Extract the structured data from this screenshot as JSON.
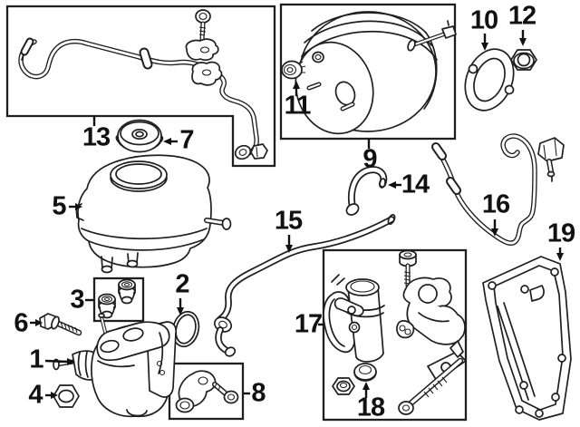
{
  "diagram": {
    "background_color": "#ffffff",
    "line_color": "#1f1f1f",
    "text_color": "#111111",
    "callouts": [
      {
        "label": "1"
      },
      {
        "label": "2"
      },
      {
        "label": "3"
      },
      {
        "label": "4"
      },
      {
        "label": "5"
      },
      {
        "label": "6"
      },
      {
        "label": "7"
      },
      {
        "label": "8"
      },
      {
        "label": "9"
      },
      {
        "label": "10"
      },
      {
        "label": "11"
      },
      {
        "label": "12"
      },
      {
        "label": "13"
      },
      {
        "label": "14"
      },
      {
        "label": "15"
      },
      {
        "label": "16"
      },
      {
        "label": "17"
      },
      {
        "label": "18"
      },
      {
        "label": "19"
      }
    ]
  }
}
